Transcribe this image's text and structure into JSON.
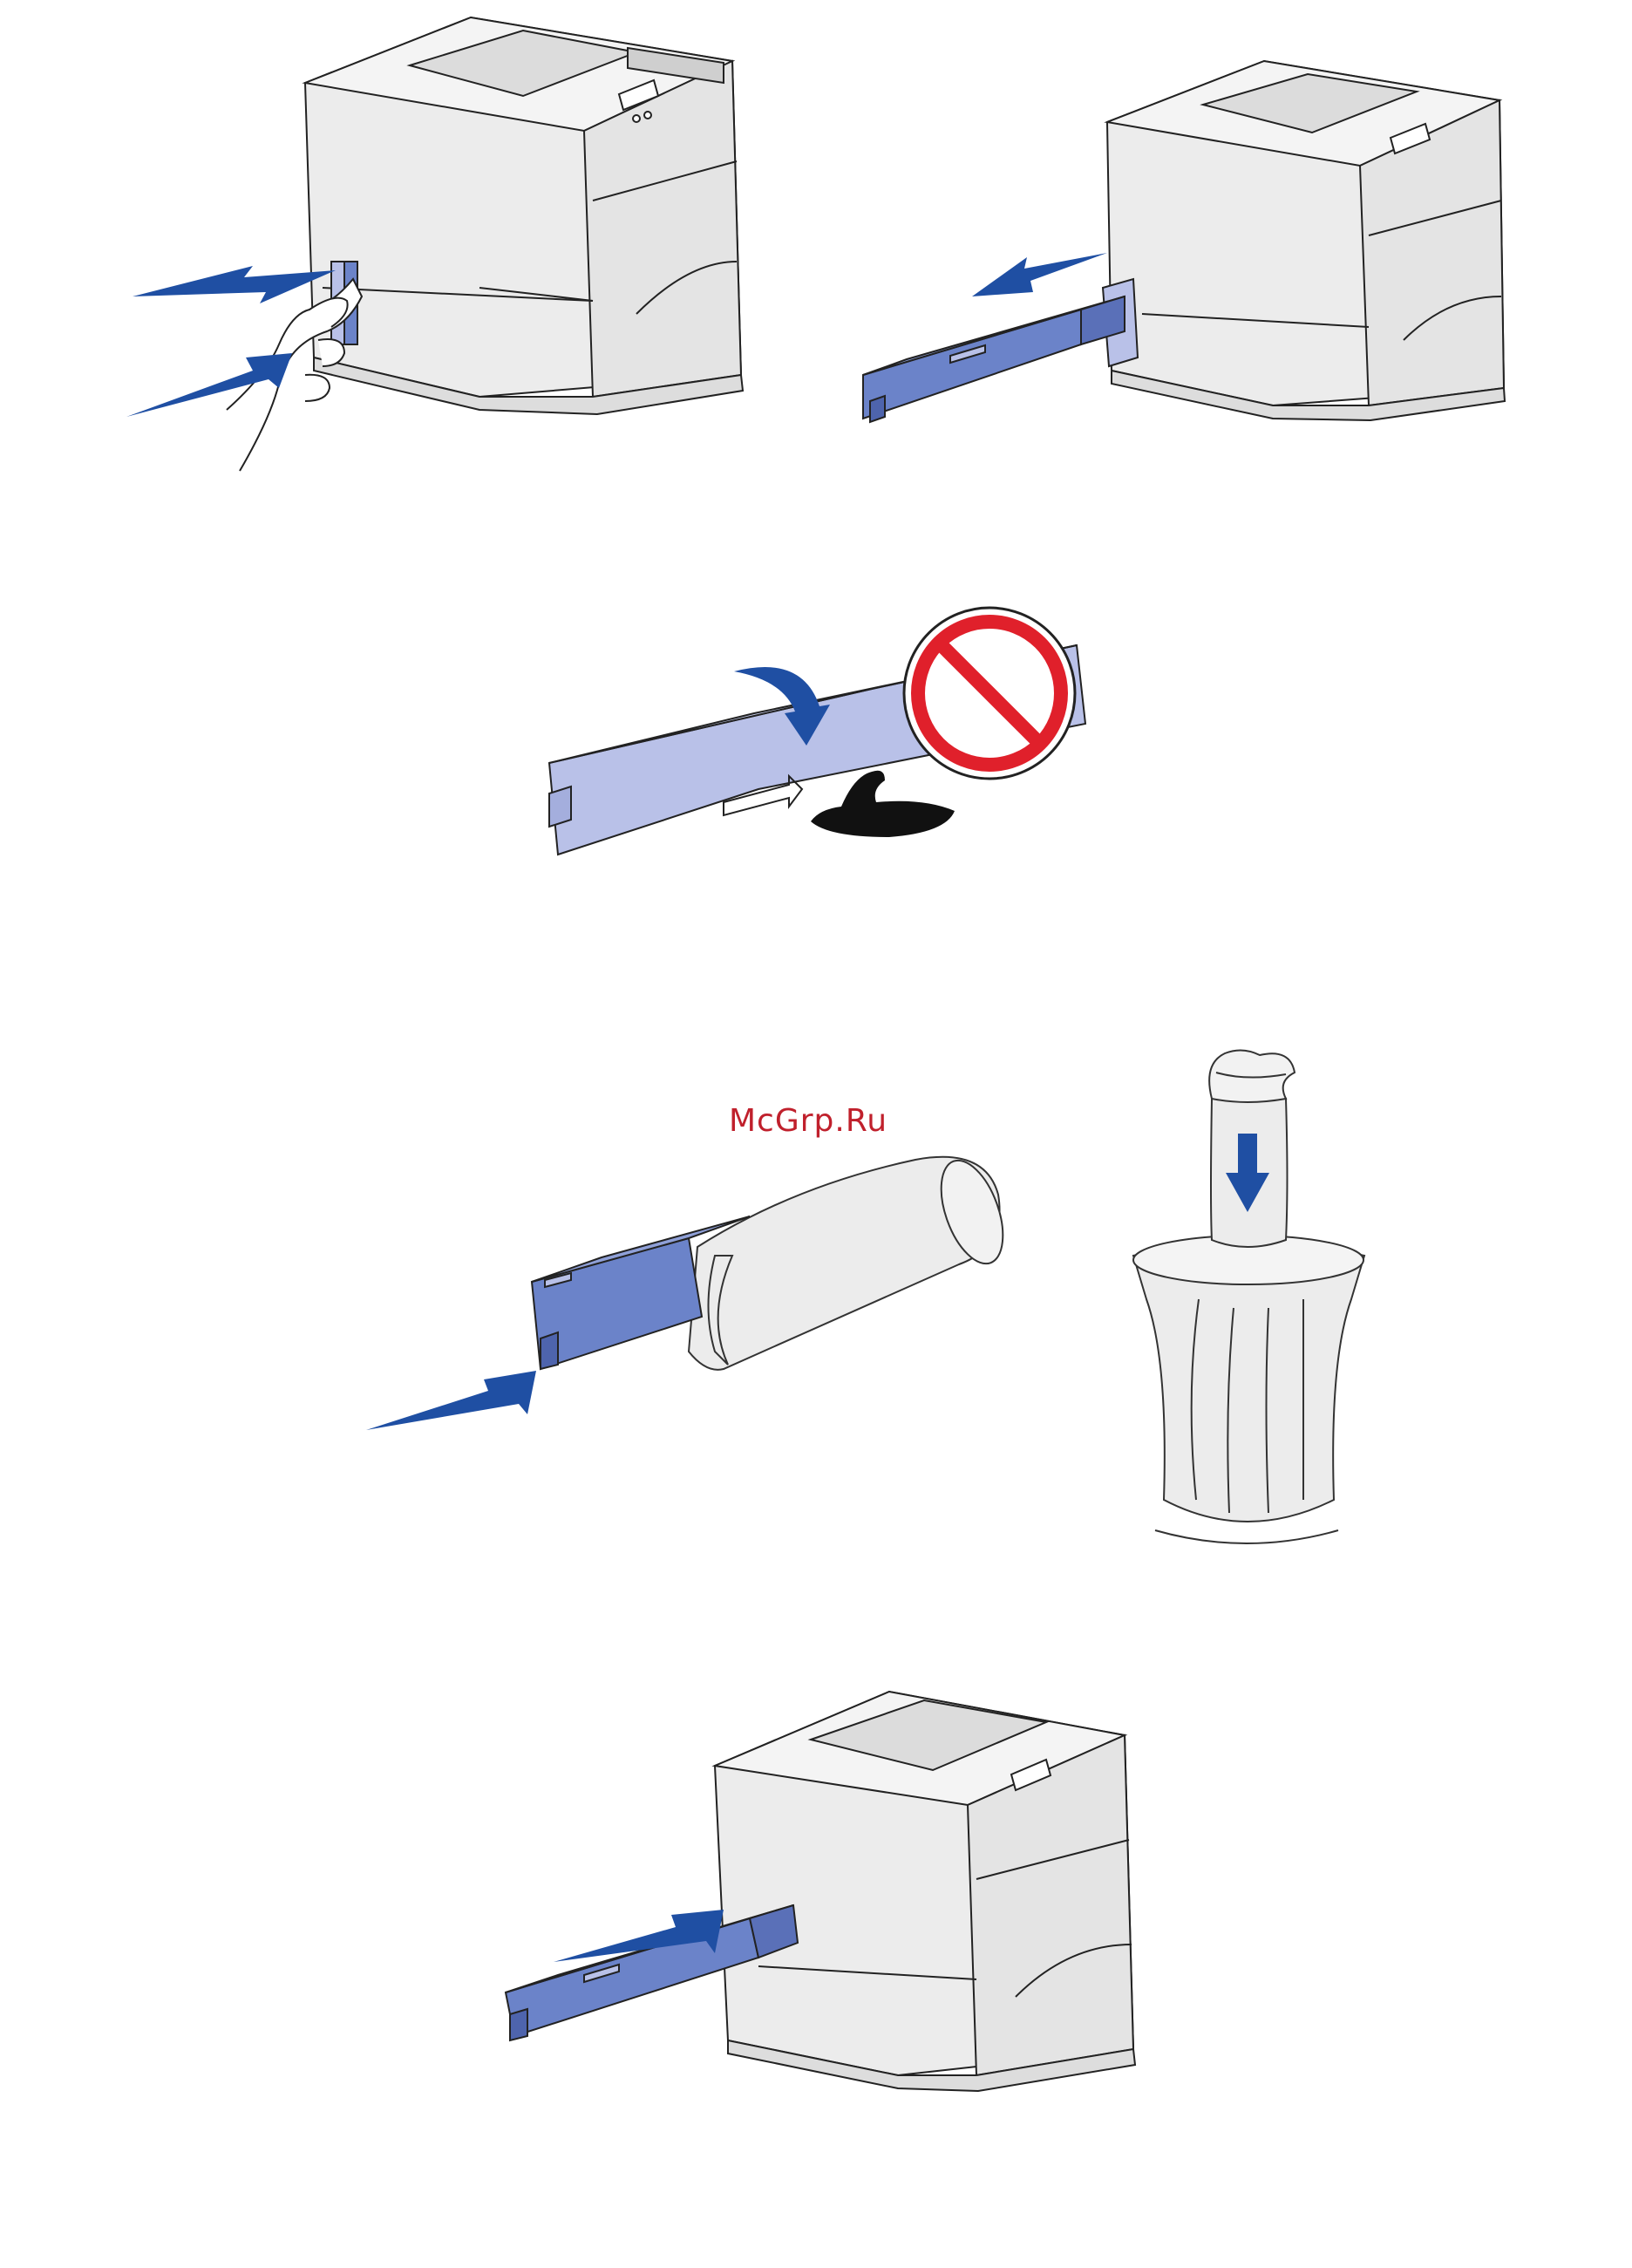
{
  "watermark": {
    "text": "McGrp.Ru",
    "color": "#c0202c"
  },
  "colors": {
    "arrow_blue": "#1f4fa3",
    "cartridge_dark": "#6b83c9",
    "cartridge_light": "#b9c1e8",
    "printer_body": "#ececec",
    "outline": "#222222",
    "prohibit_red": "#e0202b",
    "toner_spill": "#111111",
    "bag_gray": "#e6e6e6"
  },
  "steps": [
    {
      "id": "step-1-press-release-latch",
      "icons": [
        "printer-icon",
        "hand-icon",
        "arrow-out-icon",
        "arrow-in-icon"
      ]
    },
    {
      "id": "step-2-remove-cartridge",
      "icons": [
        "printer-icon",
        "waste-toner-cartridge-icon",
        "arrow-out-icon"
      ]
    },
    {
      "id": "step-3-do-not-tip",
      "icons": [
        "waste-toner-cartridge-icon",
        "rotate-arrow-icon",
        "toner-spill-icon",
        "prohibited-icon"
      ]
    },
    {
      "id": "step-4-bag-and-dispose",
      "icons": [
        "plastic-bag-icon",
        "waste-toner-cartridge-icon",
        "arrow-in-icon",
        "trash-can-icon",
        "arrow-down-icon"
      ]
    },
    {
      "id": "step-5-insert-new-cartridge",
      "icons": [
        "printer-icon",
        "waste-toner-cartridge-icon",
        "arrow-in-icon"
      ]
    }
  ]
}
